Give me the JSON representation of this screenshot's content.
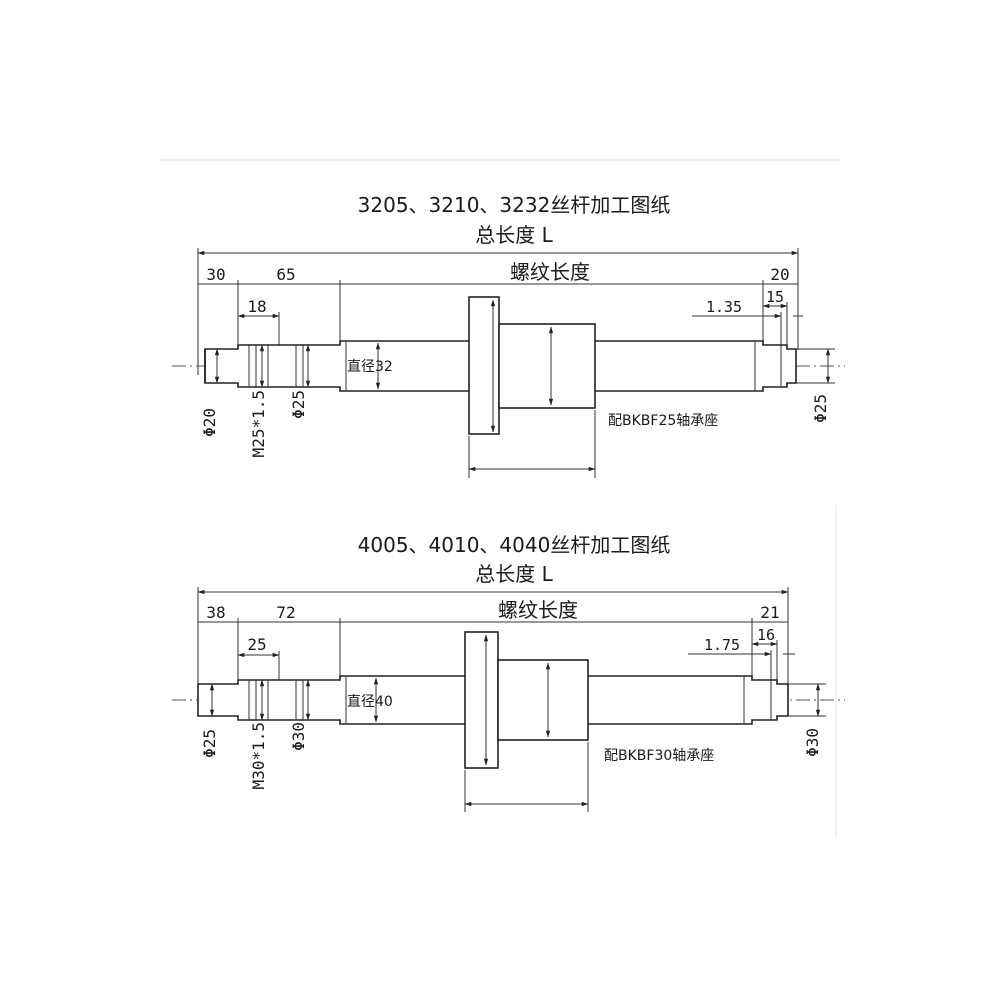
{
  "drawings": [
    {
      "title": "3205、3210、3232丝杆加工图纸",
      "subtitle": "总长度 L",
      "dims": {
        "left_end": "30",
        "shoulder": "65",
        "thread_len": "18",
        "thread_length_label": "螺纹长度",
        "right_end": "20",
        "right_sub": "15",
        "groove": "1.35"
      },
      "diameter_label": "直径32",
      "left_labels": [
        "Φ20",
        "M25*1.5",
        "Φ25"
      ],
      "right_label": "Φ25",
      "bearing": "配BKBF25轴承座"
    },
    {
      "title": "4005、4010、4040丝杆加工图纸",
      "subtitle": "总长度 L",
      "dims": {
        "left_end": "38",
        "shoulder": "72",
        "thread_len": "25",
        "thread_length_label": "螺纹长度",
        "right_end": "21",
        "right_sub": "16",
        "groove": "1.75"
      },
      "diameter_label": "直径40",
      "left_labels": [
        "Φ25",
        "M30*1.5",
        "Φ30"
      ],
      "right_label": "Φ30",
      "bearing": "配BKBF30轴承座"
    }
  ]
}
